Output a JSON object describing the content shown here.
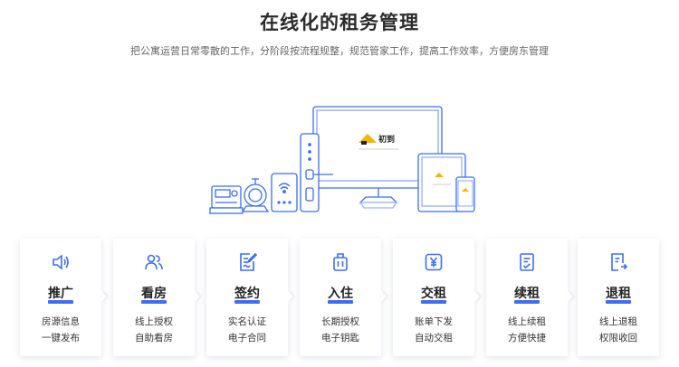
{
  "header": {
    "title": "在线化的租务管理",
    "subtitle": "把公寓运营日常零散的工作，分阶段按流程规整，规范管家工作，提高工作效率，方便房东管理"
  },
  "brand": {
    "logo_text": "初到",
    "accent_color": "#3a6ef5",
    "logo_color": "#f5b400"
  },
  "cards": [
    {
      "name": "推广",
      "line1": "房源信息",
      "line2": "一键发布",
      "icon": "speaker-icon"
    },
    {
      "name": "看房",
      "line1": "线上授权",
      "line2": "自助看房",
      "icon": "users-icon"
    },
    {
      "name": "签约",
      "line1": "实名认证",
      "line2": "电子合同",
      "icon": "sign-document-icon"
    },
    {
      "name": "入住",
      "line1": "长期授权",
      "line2": "电子钥匙",
      "icon": "luggage-icon"
    },
    {
      "name": "交租",
      "line1": "账单下发",
      "line2": "自动交租",
      "icon": "yuan-icon"
    },
    {
      "name": "续租",
      "line1": "线上续租",
      "line2": "方便快捷",
      "icon": "renew-document-icon"
    },
    {
      "name": "退租",
      "line1": "线上退租",
      "line2": "权限收回",
      "icon": "checkout-document-icon"
    }
  ]
}
